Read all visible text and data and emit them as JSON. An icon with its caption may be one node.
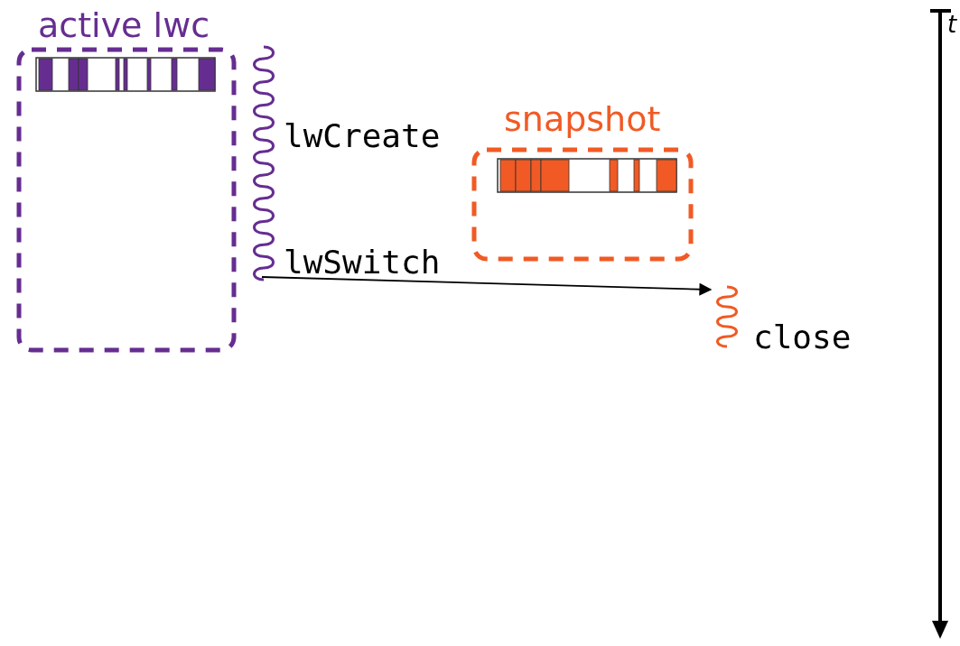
{
  "diagram": {
    "nodes": [
      {
        "text": [
          "active lwc"
        ]
      },
      {
        "text": [
          "snapshot"
        ]
      },
      {
        "text": [],
        "shape": "wave",
        "beside": [
          "lwCreate",
          "lwSwitch"
        ]
      },
      {
        "text": [],
        "shape": "wave",
        "beside": [
          "close"
        ]
      }
    ],
    "edges": [
      {
        "from": 2,
        "to": 3,
        "arrow": "to"
      }
    ],
    "labels": [
      "t"
    ]
  }
}
